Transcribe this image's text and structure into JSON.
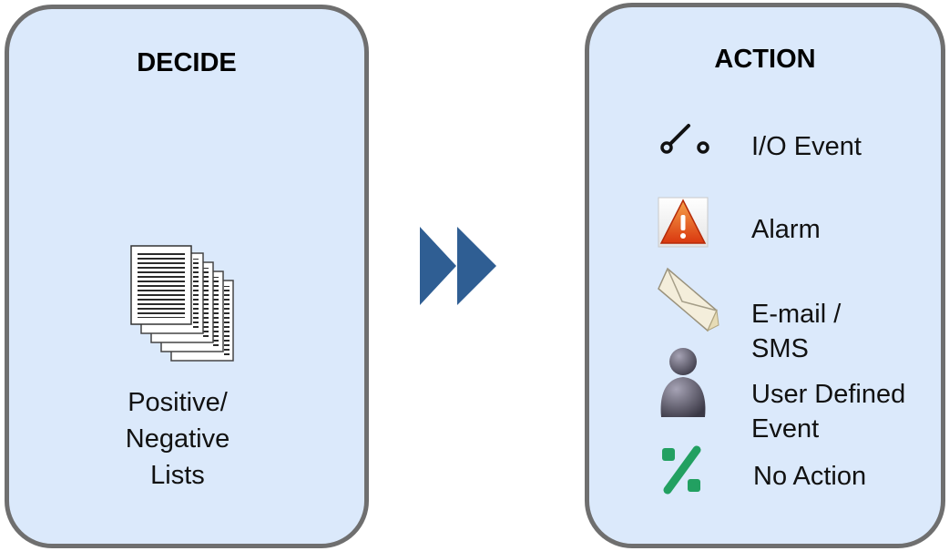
{
  "decide": {
    "title": "DECIDE",
    "icon": "document-stack-icon",
    "list_label_lines": [
      "Positive/",
      "Negative",
      "Lists"
    ]
  },
  "flow_arrow": {
    "icon": "fast-forward-icon",
    "color": "#2f5e93"
  },
  "action": {
    "title": "ACTION",
    "items": [
      {
        "icon": "switch-icon",
        "label_lines": [
          "I/O Event"
        ]
      },
      {
        "icon": "warning-triangle-icon",
        "label_lines": [
          "Alarm"
        ]
      },
      {
        "icon": "envelope-icon",
        "label_lines": [
          "E-mail /",
          "SMS"
        ]
      },
      {
        "icon": "user-icon",
        "label_lines": [
          "User Defined",
          "Event"
        ]
      },
      {
        "icon": "percent-icon",
        "label_lines": [
          "No Action"
        ]
      }
    ]
  },
  "colors": {
    "panel_fill": "#dbe9fb",
    "panel_border": "#6f6f6f",
    "arrow": "#2f5e93",
    "alarm_orange": "#e8561c",
    "no_action_green": "#22a061"
  }
}
